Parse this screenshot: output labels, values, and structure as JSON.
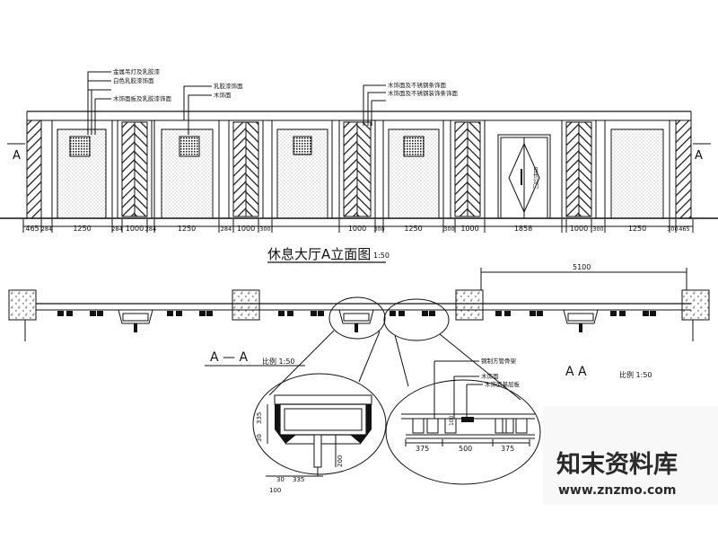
{
  "elevation": {
    "title": "休息大厅A立面图",
    "scale": "1:50",
    "marks": [
      "A",
      "A"
    ],
    "door_label": "日长公门",
    "dims": [
      "465",
      "284",
      "1250",
      "284",
      "1000",
      "284",
      "1250",
      "284",
      "1000",
      "300",
      "1000",
      "300",
      "1250",
      "300",
      "1000",
      "1858",
      "1000",
      "300",
      "1250",
      "300",
      "465"
    ],
    "callouts": [
      [
        "金属吊灯及乳胶漆",
        "白色乳胶漆饰面",
        "木饰面板及乳胶漆饰面"
      ],
      [
        "乳胶漆饰面",
        "木饰面"
      ],
      [
        "木饰面及不锈钢条饰面",
        "木饰面及不锈钢装饰条饰面"
      ]
    ]
  },
  "plan": {
    "dim_top": "5100",
    "section_label_left": "A — A",
    "section_scale_left": "比例 1:50",
    "section_label_right": "A    A",
    "section_scale_right": "比例 1:50"
  },
  "detail_left": {
    "dims": [
      "335",
      "30",
      "30",
      "335",
      "100",
      "200"
    ]
  },
  "detail_right": {
    "dims": [
      "375",
      "500",
      "375",
      "100"
    ],
    "callouts": [
      "钢制方管骨架",
      "木饰面",
      "木饰面基层板"
    ]
  },
  "watermark": {
    "brand": "知末资料库",
    "url": "www.znzmo.com"
  }
}
